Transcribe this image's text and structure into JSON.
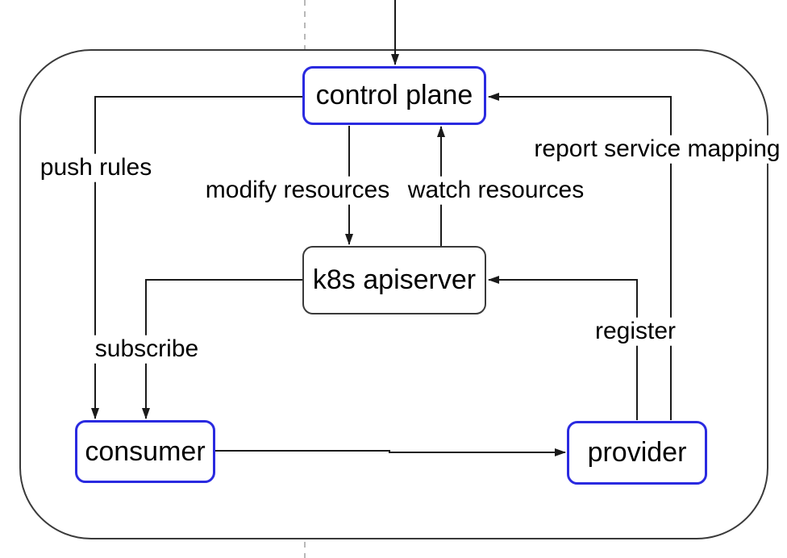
{
  "diagram": {
    "nodes": [
      {
        "id": "control-plane",
        "label": "control plane",
        "style": "blue"
      },
      {
        "id": "k8s-apiserver",
        "label": "k8s apiserver",
        "style": "plain"
      },
      {
        "id": "consumer",
        "label": "consumer",
        "style": "blue"
      },
      {
        "id": "provider",
        "label": "provider",
        "style": "blue"
      }
    ],
    "edges": [
      {
        "from": "external-top",
        "to": "control-plane",
        "label": ""
      },
      {
        "from": "control-plane",
        "to": "consumer",
        "label": "push rules"
      },
      {
        "from": "control-plane",
        "to": "k8s-apiserver",
        "label": "modify resources"
      },
      {
        "from": "k8s-apiserver",
        "to": "control-plane",
        "label": "watch resources"
      },
      {
        "from": "provider",
        "to": "control-plane",
        "label": "report service mapping"
      },
      {
        "from": "provider",
        "to": "k8s-apiserver",
        "label": "register"
      },
      {
        "from": "k8s-apiserver",
        "to": "consumer",
        "label": "subscribe"
      },
      {
        "from": "consumer",
        "to": "provider",
        "label": ""
      }
    ],
    "colors": {
      "node_border_blue": "#2a2ae0",
      "node_border_plain": "#3a3a3a",
      "edge_stroke": "#1a1a1a",
      "outer_boundary_stroke": "#3a3a3a",
      "dashed_guide": "#b8b8b8",
      "background": "#ffffff",
      "text": "#000000"
    }
  }
}
